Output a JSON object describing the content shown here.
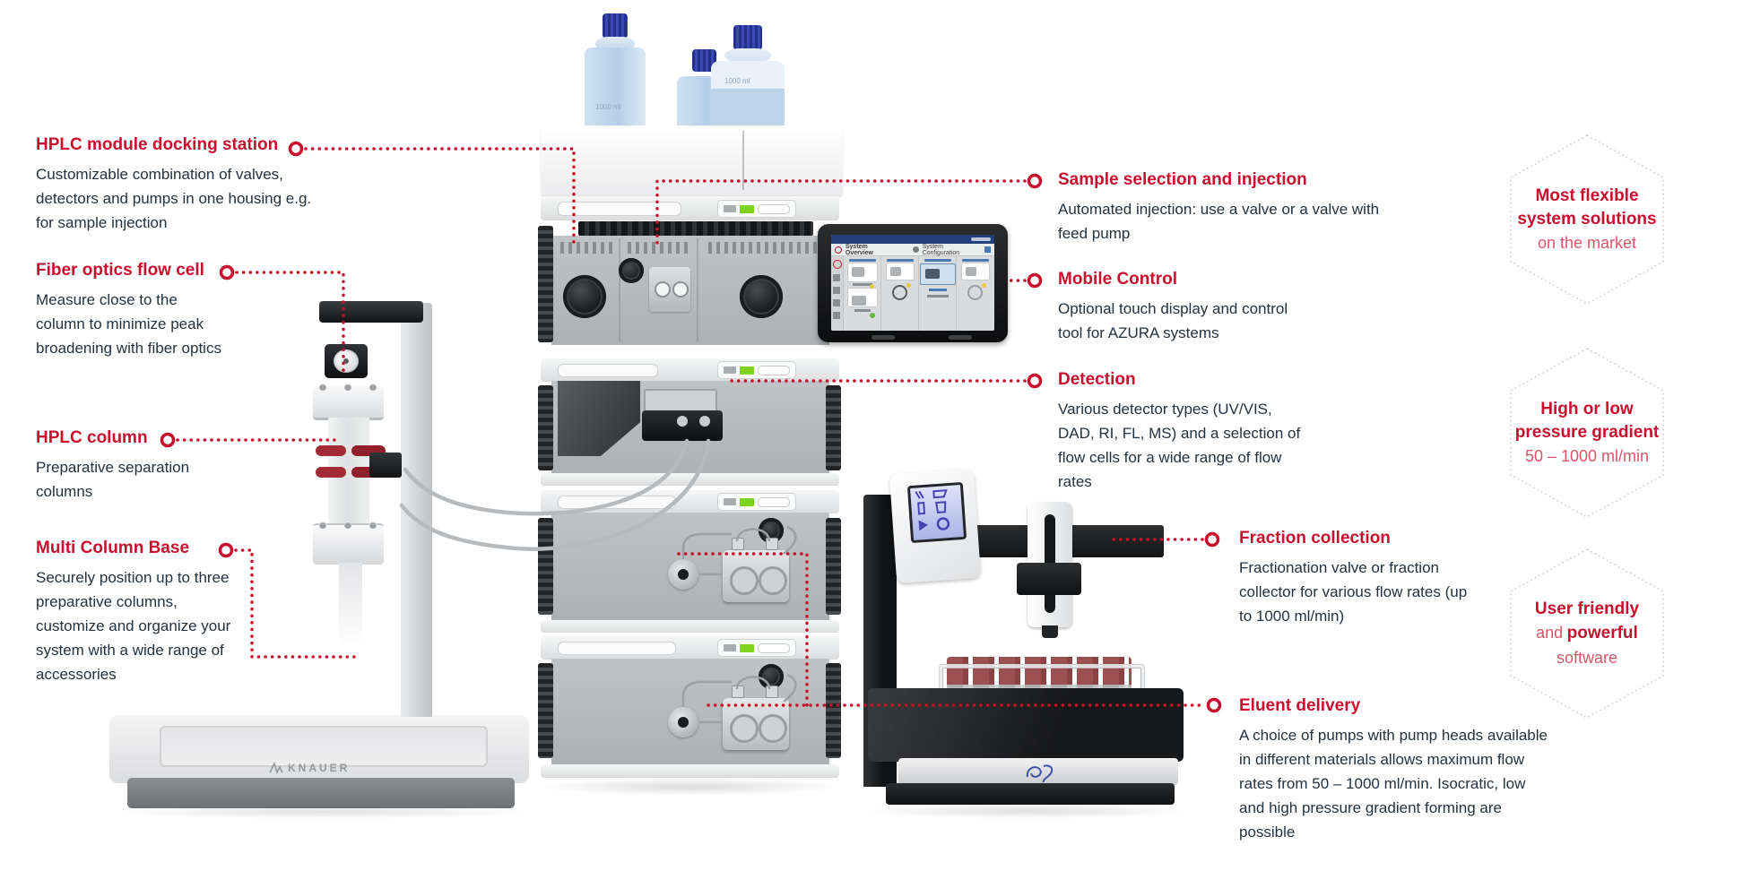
{
  "colors": {
    "accent_red": "#C8102E",
    "light_red": "#D8566A",
    "body_text": "#233240",
    "led_green": "#7ED321",
    "bottle_cap_blue": "#2B3A96",
    "tube_cap_red": "#9C5052",
    "hex_border_gray": "#C9C9C9"
  },
  "callouts": {
    "left": [
      {
        "title": "HPLC module docking station",
        "description": "Customizable combination of valves, detectors and pumps in one housing e.g. for sample injection"
      },
      {
        "title": "Fiber optics flow cell",
        "description": "Measure close to the column to minimize peak broadening with fiber optics"
      },
      {
        "title": "HPLC column",
        "description": "Preparative separation columns"
      },
      {
        "title": "Multi Column Base",
        "description": "Securely position up to three preparative columns, customize and organize your system with a wide range of accessories"
      }
    ],
    "right": [
      {
        "title": "Sample selection and injection",
        "description": "Automated injection: use a valve or a valve with feed pump"
      },
      {
        "title": "Mobile Control",
        "description": "Optional touch display and control tool for AZURA systems"
      },
      {
        "title": "Detection",
        "description": "Various detector types (UV/VIS, DAD, RI, FL, MS) and a selection of flow cells for a wide range of flow rates"
      },
      {
        "title": "Fraction collection",
        "description": "Fractionation valve or fraction collector for various flow rates (up to 1000 ml/min)"
      },
      {
        "title": "Eluent delivery",
        "description": "A choice of pumps with pump heads available in different materials allows maximum flow rates from 50 – 1000 ml/min. Isocratic, low and high pressure gradient forming are possible"
      }
    ]
  },
  "hexagons": [
    {
      "line1": "Most flexible",
      "line2": "system solutions",
      "line3": "on the market"
    },
    {
      "line1": "High or low",
      "line2": "pressure gradient",
      "line3": "50 – 1000 ml/min"
    },
    {
      "line1": "User friendly",
      "line2_light": "and",
      "line2_bold": "powerful",
      "line3": "software"
    }
  ],
  "tablet": {
    "nav_left": "System Overview",
    "nav_center": "System Configuration"
  },
  "stand": {
    "logo_text": "KNAUER"
  },
  "bottles": {
    "volume_label": "1000 ml"
  }
}
